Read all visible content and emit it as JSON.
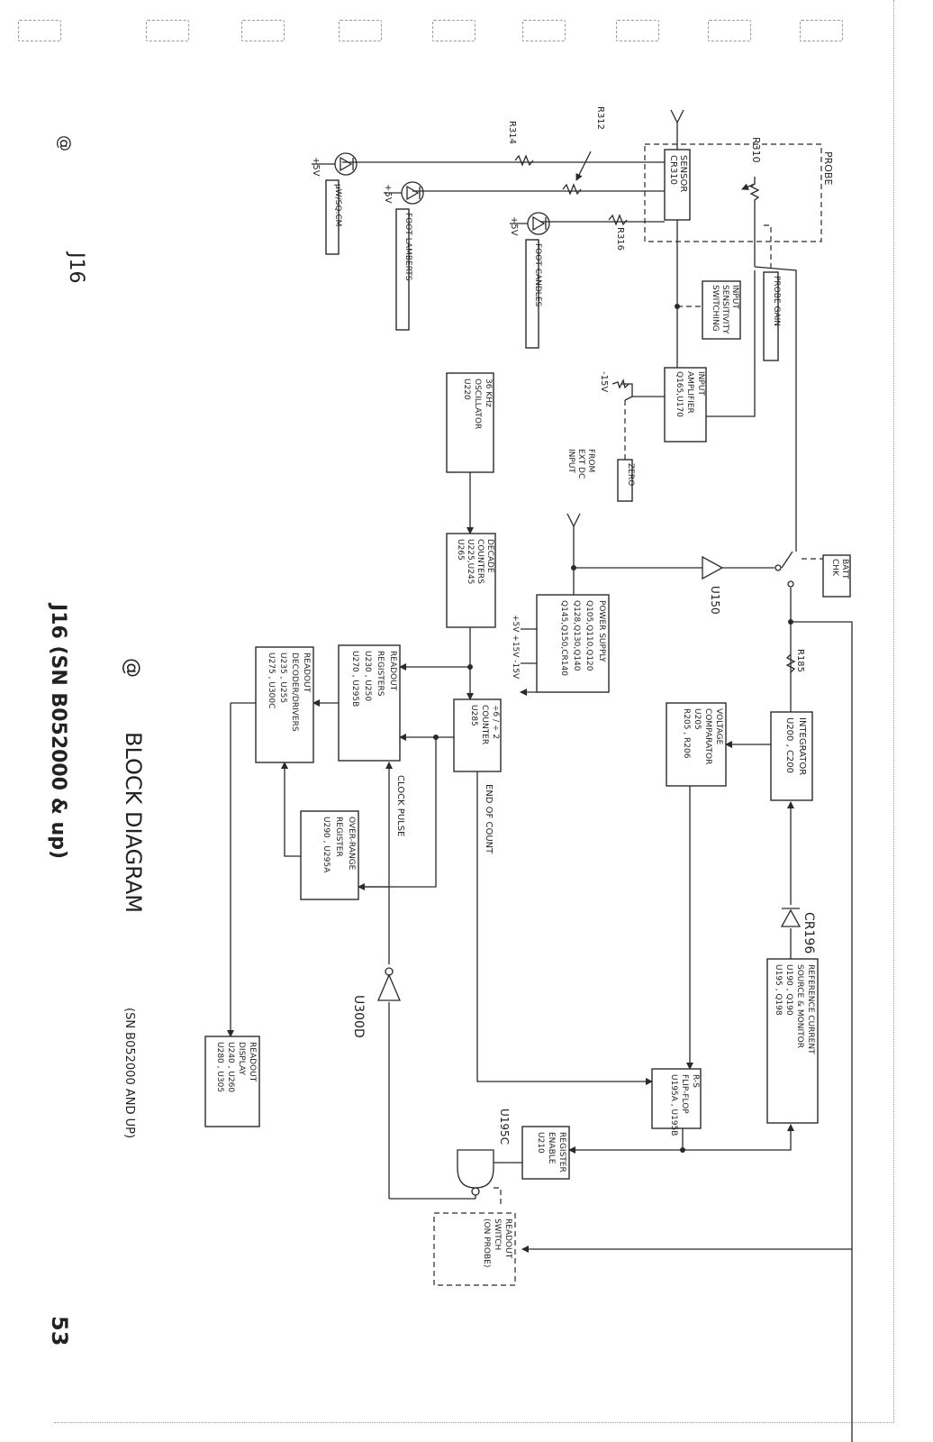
{
  "page": {
    "title": "BLOCK DIAGRAM",
    "subtitle": "(SN B052000 AND UP)",
    "footer_title": "J16 (SN B052000 & up)",
    "page_number": "53",
    "side_label": "J16",
    "at_mark": "@"
  },
  "blocks": {
    "probe": "PROBE",
    "sensor": [
      "SENSOR",
      "CR310"
    ],
    "input_sensitivity": [
      "INPUT",
      "SENSITIVITY",
      "SWITCHING"
    ],
    "probe_gain": "PROBE GAIN",
    "input_amplifier": [
      "INPUT",
      "AMPLIFIER",
      "Q165,U170"
    ],
    "zero": "ZERO",
    "batt_chk": [
      "BATT",
      "CHK"
    ],
    "oscillator": [
      "36 KHz",
      "OSCILLATOR",
      "U220"
    ],
    "decade_counters": [
      "DECADE",
      "COUNTERS",
      "U225,U245",
      "U265"
    ],
    "power_supply": [
      "POWER SUPPLY",
      "Q105,Q110,Q120",
      "Q128,Q130,Q140",
      "Q145,Q150,CR140"
    ],
    "counter_div": [
      "÷6 / ÷ 2",
      "COUNTER",
      "U285"
    ],
    "readout_registers": [
      "READOUT",
      "REGISTERS",
      "U230 , U250",
      "U270 , U295B"
    ],
    "readout_decoder": [
      "READOUT",
      "DECODER/DRIVERS",
      "U235 , U255",
      "U275 , U300C"
    ],
    "over_range": [
      "OVER-RANGE",
      "REGISTER",
      "U290 , U295A"
    ],
    "readout_display": [
      "READOUT",
      "DISPLAY",
      "U240 , U260",
      "U280 , U305"
    ],
    "integrator": [
      "INTEGRATOR",
      "U200 , C200"
    ],
    "voltage_comparator": [
      "VOLTAGE",
      "COMPARATOR",
      "U205",
      "R205 , R206"
    ],
    "reference_current": [
      "REFERENCE CURRENT",
      "SOURCE & MONITOR",
      "U190 , Q190",
      "U195 , Q198"
    ],
    "rs_flipflop": [
      "R-S",
      "FLIP-FLOP",
      "U195A , U195B"
    ],
    "register_enable": [
      "REGISTER",
      "ENABLE",
      "U210"
    ],
    "readout_switch": [
      "READOUT",
      "SWITCH",
      "(ON PROBE)"
    ]
  },
  "indicators": {
    "uw_sqcm": "μW/SQ.CM",
    "foot_lamberts": "FOOT LAMBERTS",
    "foot_candles": "FOOT CANDLES"
  },
  "labels": {
    "r310": "R310",
    "r312": "R312",
    "r314": "R314",
    "r316": "R316",
    "r185": "R185",
    "plus5v": "+5V",
    "minus15v": "-15V",
    "ext_dc": [
      "FROM",
      "EXT DC",
      "INPUT"
    ],
    "u150": "U150",
    "supply_outputs": "+5V  +15V  -15V",
    "end_of_count": "END OF COUNT",
    "clock_pulse": "CLOCK PULSE",
    "u300d": "U300D",
    "cr196": "CR196",
    "u195c": "U195C"
  }
}
